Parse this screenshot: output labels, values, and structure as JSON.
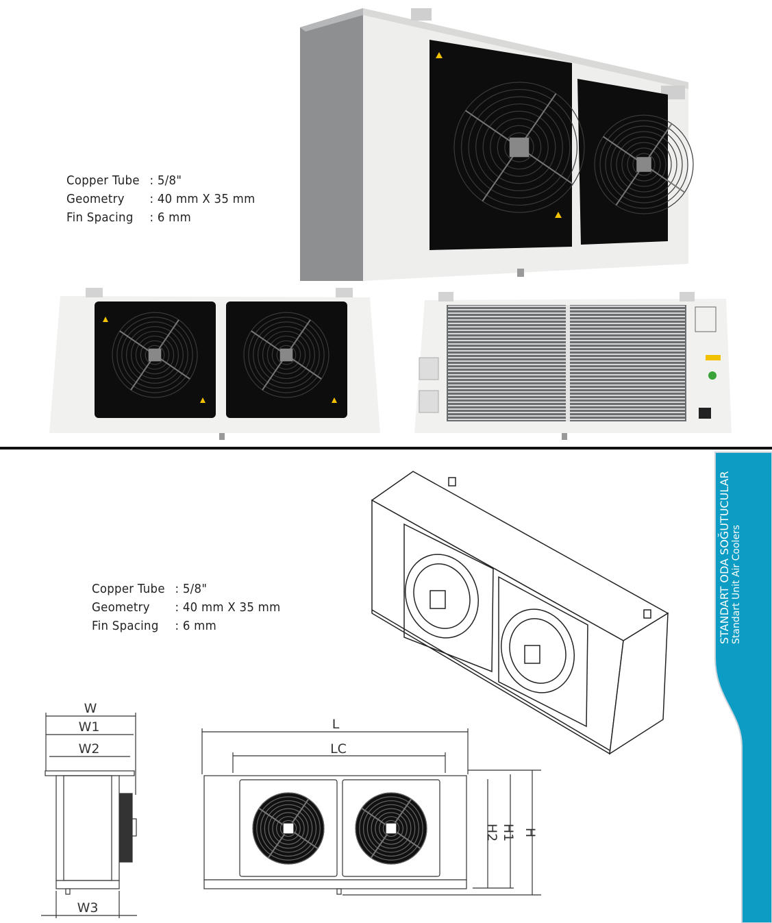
{
  "specs_top": {
    "rows": [
      {
        "label": "Copper Tube",
        "value": ": 5/8\""
      },
      {
        "label": "Geometry",
        "value": ": 40 mm X 35 mm"
      },
      {
        "label": "Fin Spacing",
        "value": ": 6 mm"
      }
    ]
  },
  "specs_bottom": {
    "rows": [
      {
        "label": "Copper Tube",
        "value": ": 5/8\""
      },
      {
        "label": "Geometry",
        "value": ": 40 mm X 35 mm"
      },
      {
        "label": "Fin Spacing",
        "value": ": 6 mm"
      }
    ]
  },
  "side_tab": {
    "title": "STANDART ODA SOĞUTUCULAR",
    "subtitle": "Standart Unit Air Coolers",
    "color": "#0d9dc4"
  },
  "dimensions": {
    "side_view": {
      "w": "W",
      "w1": "W1",
      "w2": "W2",
      "w3": "W3"
    },
    "front_view": {
      "l": "L",
      "lc": "LC",
      "h": "H",
      "h1": "H1",
      "h2": "H2"
    }
  }
}
